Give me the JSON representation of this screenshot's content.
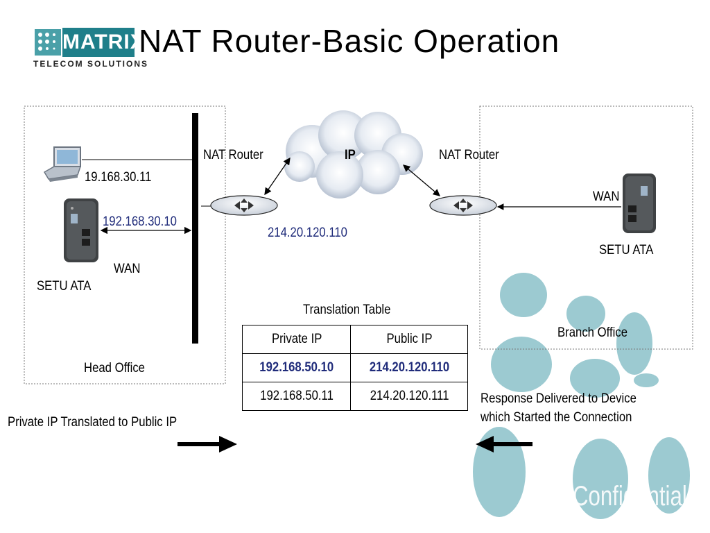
{
  "logo": {
    "wordmark": "MATRIX",
    "tagline": "TELECOM SOLUTIONS"
  },
  "title": "NAT Router-Basic Operation",
  "head_office": {
    "label": "Head Office",
    "laptop_ip": "19.168.30.11",
    "ata_ip": "192.168.30.10",
    "wan_label": "WAN",
    "ata_label": "SETU ATA"
  },
  "branch_office": {
    "label": "Branch Office",
    "wan_label": "WAN",
    "ata_label": "SETU ATA"
  },
  "network": {
    "cloud_label": "IP",
    "router_left_label": "NAT Router",
    "router_right_label": "NAT Router",
    "public_ip": "214.20.120.110"
  },
  "translation_table": {
    "caption": "Translation Table",
    "headers": [
      "Private IP",
      "Public IP"
    ],
    "rows": [
      [
        "192.168.50.10",
        "214.20.120.110"
      ],
      [
        "192.168.50.11",
        "214.20.120.111"
      ]
    ]
  },
  "notes": {
    "left": "Private IP Translated to Public IP",
    "right_line1": "Response Delivered to Device",
    "right_line2": "which Started the Connection"
  },
  "watermark": "Confidential",
  "colors": {
    "brand_teal": "#1f7f8a",
    "ip_blue": "#1f2b7a",
    "decor_blob": "#9ccad1"
  }
}
